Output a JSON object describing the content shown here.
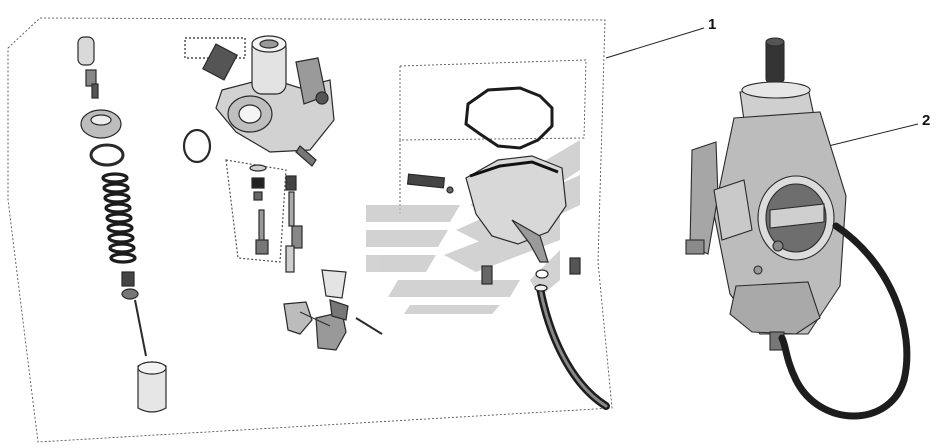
{
  "diagram": {
    "callouts": [
      {
        "id": "1",
        "label": "1"
      },
      {
        "id": "2",
        "label": "2"
      }
    ],
    "colors": {
      "line": "#2a2a2a",
      "metal_light": "#d6d6d6",
      "metal_mid": "#a8a8a8",
      "metal_dark": "#6a6a6a",
      "hose": "#1d1d1d",
      "watermark": "#bcbcbc"
    },
    "parts": [
      "needle-jet-assembly-icon",
      "carburetor-body-exploded-icon",
      "jet-set-icon",
      "float-bowl-icon",
      "float-bowl-gasket-icon",
      "throttle-parts-icon",
      "fuel-hose-icon",
      "carburetor-assembled-icon"
    ]
  }
}
